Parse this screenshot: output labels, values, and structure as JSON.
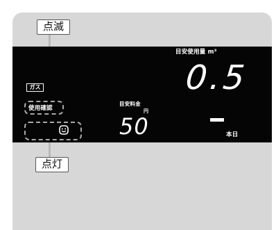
{
  "callouts": {
    "blink": "点滅",
    "lit": "点灯"
  },
  "display": {
    "gas_badge": "ガス",
    "usage_confirm": "使用確認",
    "usage_label": "目安使用量 m³",
    "usage_value": "0.5",
    "fee_label": "目安料金",
    "fee_unit": "円",
    "fee_value": "50",
    "today_label": "本日",
    "status_icon": "smile-icon"
  },
  "colors": {
    "panel": "#d7d7d7",
    "display": "#050505",
    "dashed_highlight": "#a9a9a9"
  }
}
